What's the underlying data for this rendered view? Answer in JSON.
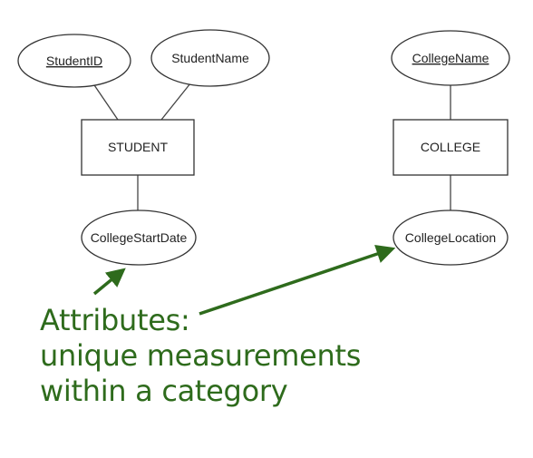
{
  "entities": [
    {
      "name": "STUDENT"
    },
    {
      "name": "COLLEGE"
    }
  ],
  "attributes": [
    {
      "name": "StudentID",
      "key": true
    },
    {
      "name": "StudentName",
      "key": false
    },
    {
      "name": "CollegeStartDate",
      "key": false
    },
    {
      "name": "CollegeName",
      "key": true
    },
    {
      "name": "CollegeLocation",
      "key": false
    }
  ],
  "annotation": {
    "lines": [
      "Attributes:",
      "unique measurements",
      "within a category"
    ]
  },
  "colors": {
    "annotation_green": "#2e6b1c",
    "outline": "#333333"
  }
}
